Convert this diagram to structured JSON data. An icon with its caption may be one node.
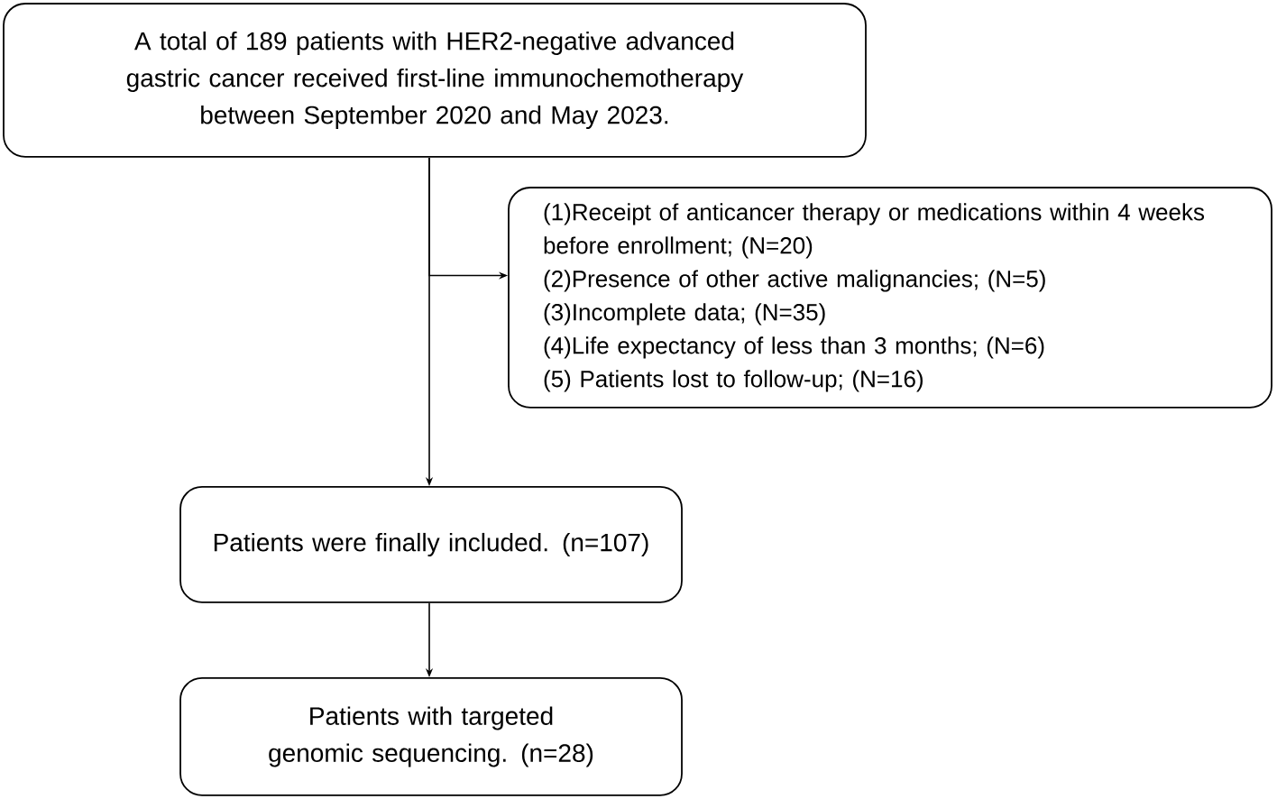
{
  "diagram": {
    "nodes": [
      {
        "text": [
          "A total of 189 patients with HER2-negative advanced gastric cancer received first-line immunochemotherapy between September 2020 and May 2023."
        ]
      },
      {
        "text": [
          "(1)Receipt of anticancer therapy or medications within 4 weeks before enrollment; (N=20)",
          "(2)Presence of other active malignancies; (N=5)",
          "(3)Incomplete data; (N=35)",
          "(4)Life expectancy of less than 3 months; (N=6)",
          "(5) Patients lost to follow-up; (N=16)"
        ]
      },
      {
        "text": [
          "Patients were finally included. (n=107)"
        ]
      },
      {
        "text": [
          "Patients with targeted genomic sequencing. (n=28)"
        ]
      }
    ],
    "edges": [
      {
        "from": 0,
        "to": 1,
        "arrow": "to"
      },
      {
        "from": 0,
        "to": 2,
        "arrow": "to"
      },
      {
        "from": 2,
        "to": 3,
        "arrow": "to"
      }
    ]
  }
}
